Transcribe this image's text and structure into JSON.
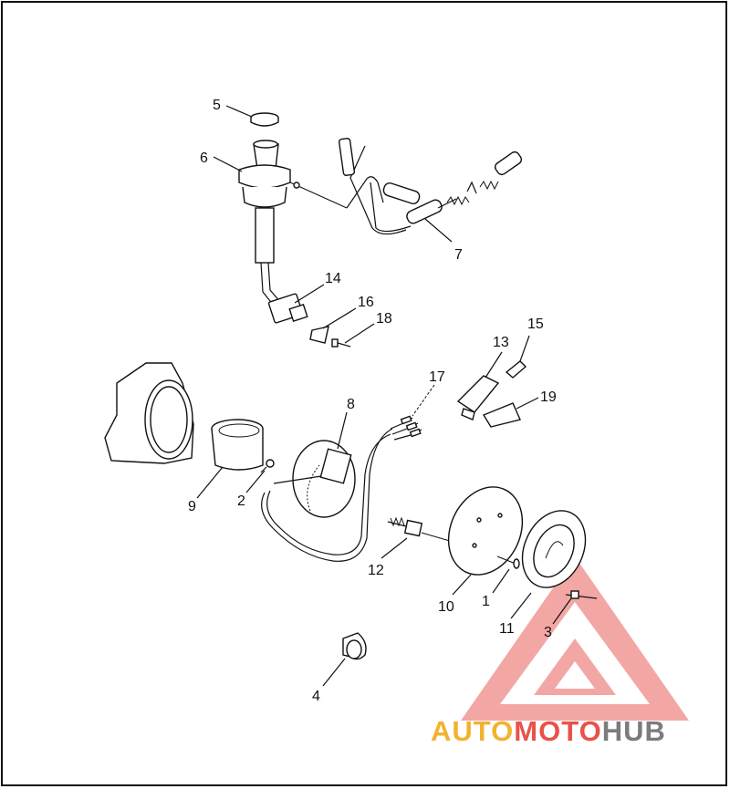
{
  "callouts": [
    {
      "id": "c5",
      "text": "5"
    },
    {
      "id": "c6",
      "text": "6"
    },
    {
      "id": "c7",
      "text": "7"
    },
    {
      "id": "c14",
      "text": "14"
    },
    {
      "id": "c16",
      "text": "16"
    },
    {
      "id": "c18",
      "text": "18"
    },
    {
      "id": "c15",
      "text": "15"
    },
    {
      "id": "c13",
      "text": "13"
    },
    {
      "id": "c17",
      "text": "17"
    },
    {
      "id": "c19",
      "text": "19"
    },
    {
      "id": "c8",
      "text": "8"
    },
    {
      "id": "c9",
      "text": "9"
    },
    {
      "id": "c2",
      "text": "2"
    },
    {
      "id": "c12",
      "text": "12"
    },
    {
      "id": "c10",
      "text": "10"
    },
    {
      "id": "c1",
      "text": "1"
    },
    {
      "id": "c11",
      "text": "11"
    },
    {
      "id": "c3",
      "text": "3"
    },
    {
      "id": "c4",
      "text": "4"
    }
  ],
  "watermark": {
    "part1": "AUTO",
    "part2": "MOTO",
    "part3": "HUB",
    "colors": {
      "auto": "#f2b230",
      "moto": "#e8524a",
      "hub": "#7c7c7c",
      "triangle": "#ee8a86"
    }
  }
}
